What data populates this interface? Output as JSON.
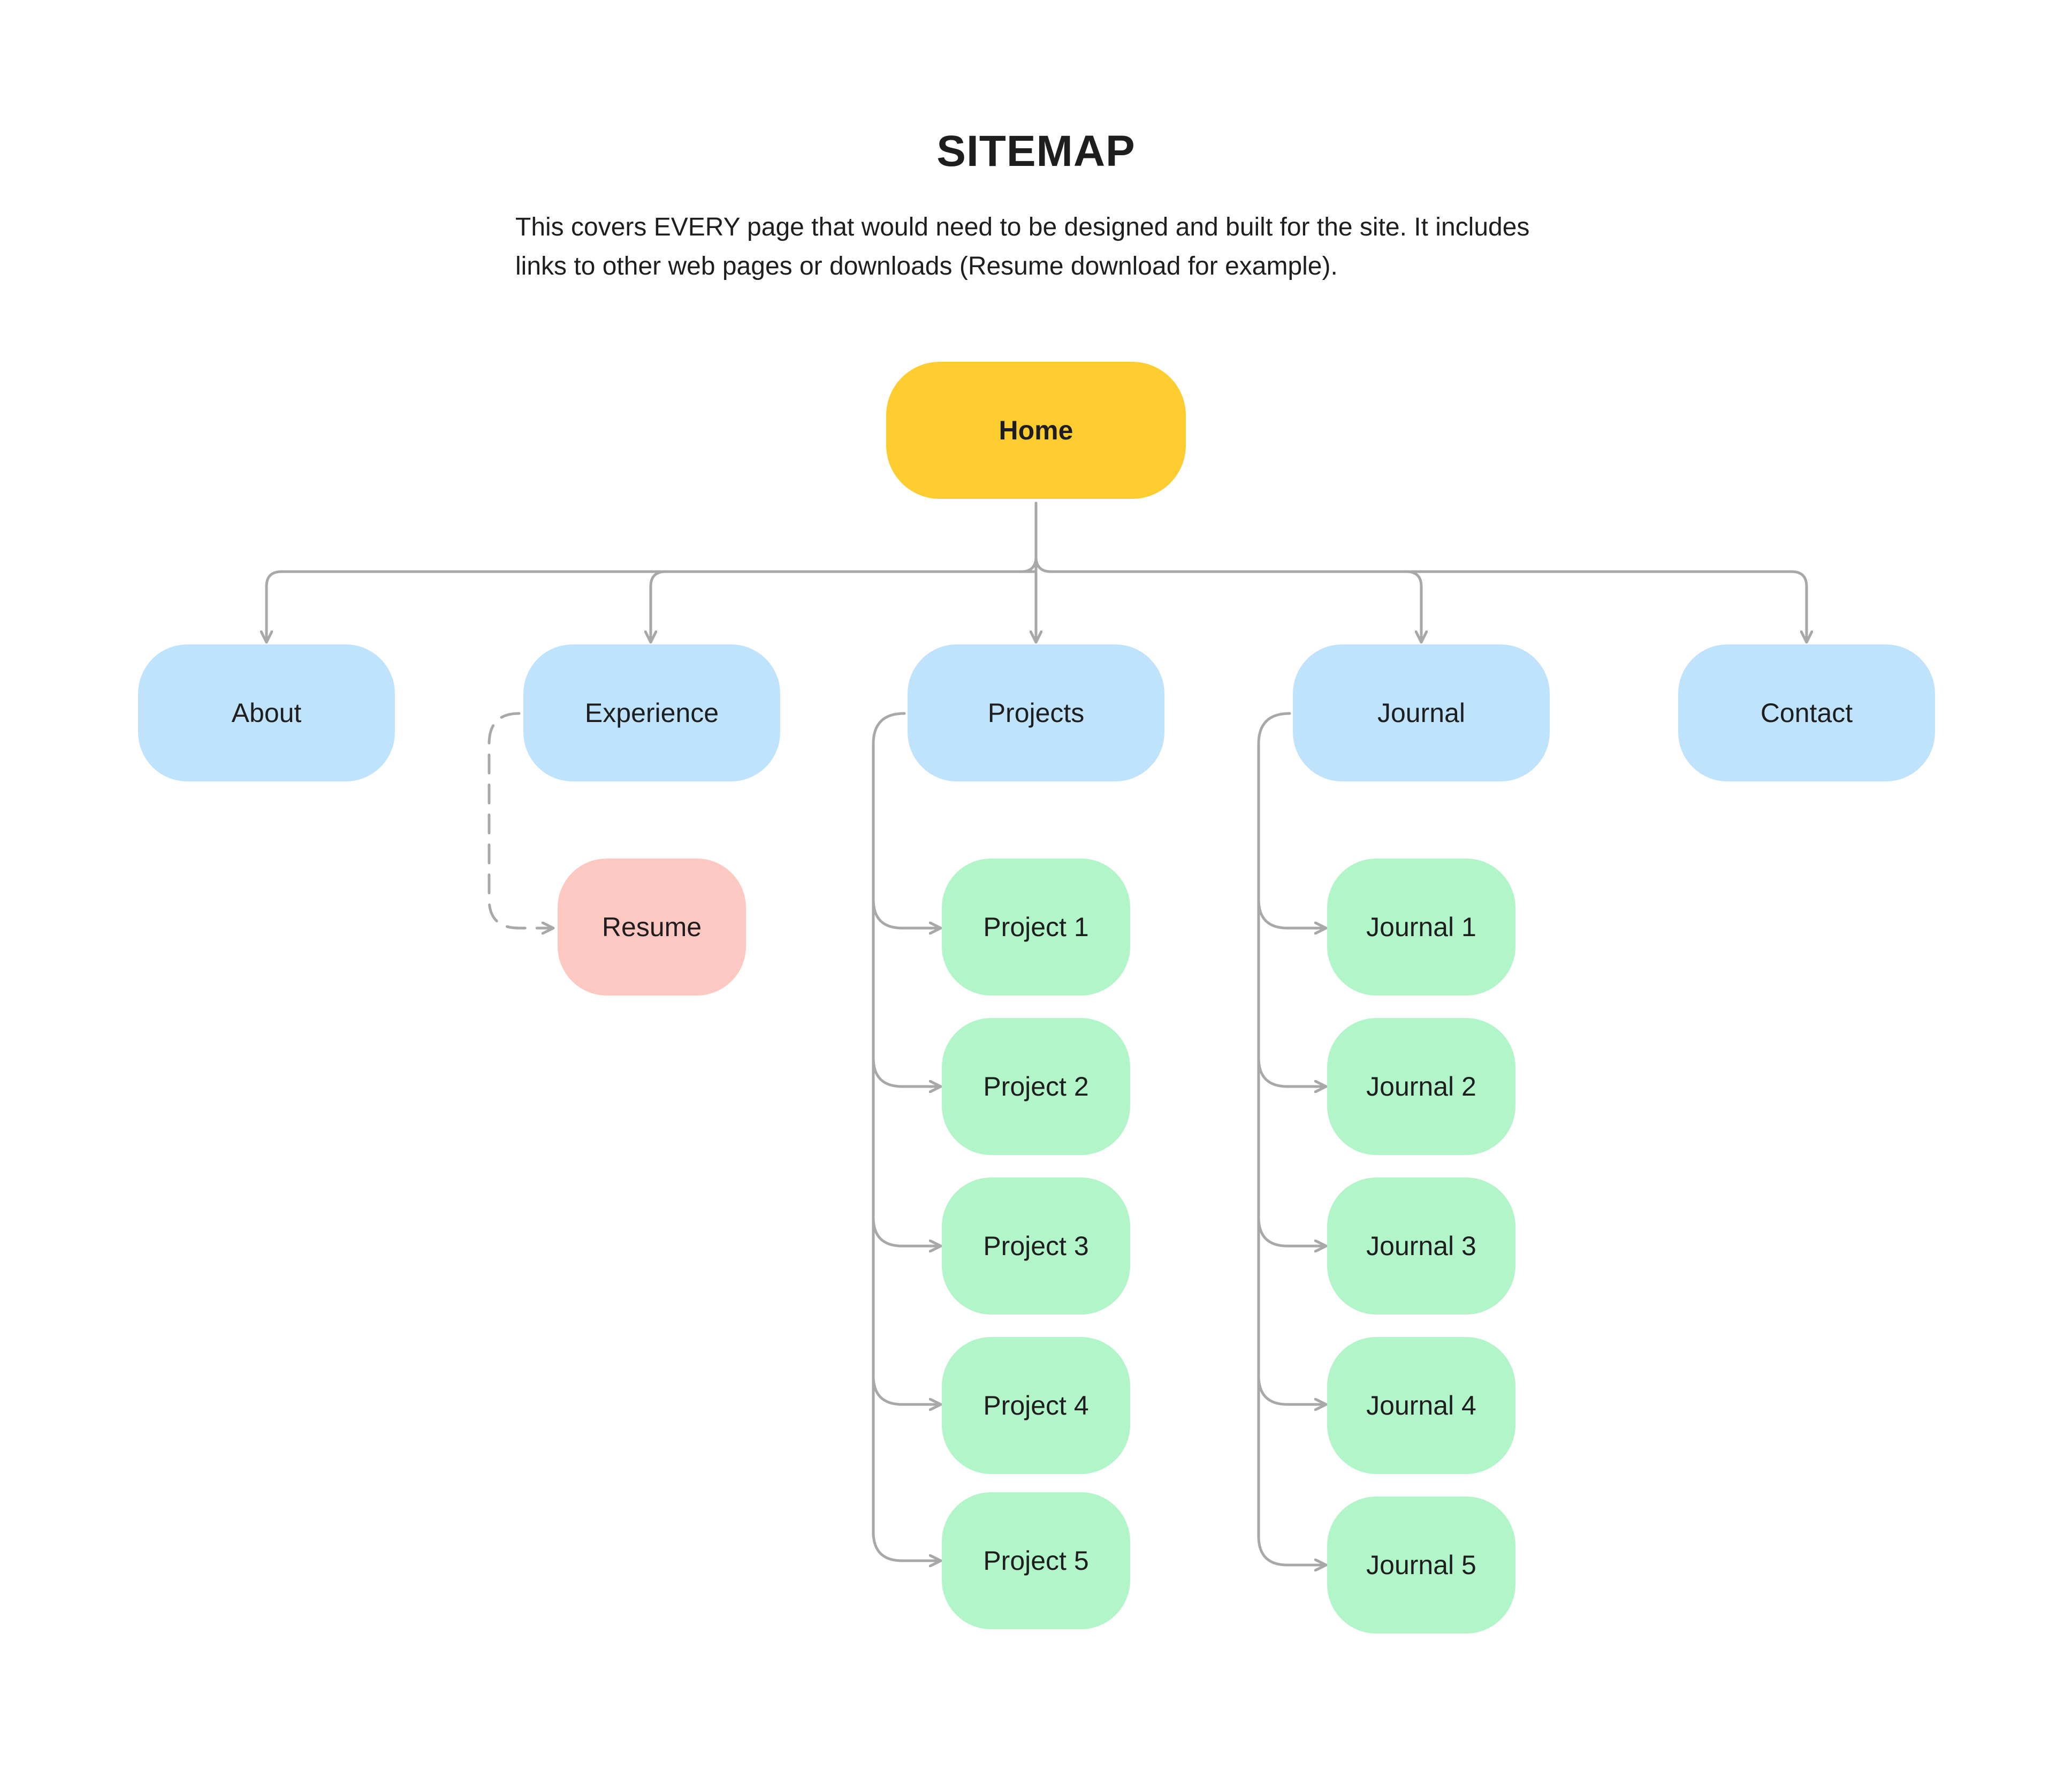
{
  "title": "SITEMAP",
  "description": {
    "line1": "This covers EVERY page that would need to be designed and built for the site. It includes",
    "line2": "links to other web pages or downloads (Resume download for example)."
  },
  "colors": {
    "home": "#fdcc2e",
    "section": "#bfe3fd",
    "download": "#fdc7c2",
    "child_page": "#b1f5c9",
    "connector": "#a8a8a8"
  },
  "nodes": {
    "home": "Home",
    "about": "About",
    "experience": "Experience",
    "projects": "Projects",
    "journal": "Journal",
    "contact": "Contact",
    "resume": "Resume",
    "project_pages": [
      "Project 1",
      "Project 2",
      "Project 3",
      "Project 4",
      "Project 5"
    ],
    "journal_pages": [
      "Journal 1",
      "Journal 2",
      "Journal 3",
      "Journal 4",
      "Journal 5"
    ]
  },
  "links": [
    {
      "from": "Home",
      "to": "About",
      "style": "solid"
    },
    {
      "from": "Home",
      "to": "Experience",
      "style": "solid"
    },
    {
      "from": "Home",
      "to": "Projects",
      "style": "solid"
    },
    {
      "from": "Home",
      "to": "Journal",
      "style": "solid"
    },
    {
      "from": "Home",
      "to": "Contact",
      "style": "solid"
    },
    {
      "from": "Experience",
      "to": "Resume",
      "style": "dashed"
    },
    {
      "from": "Projects",
      "to": "Project 1",
      "style": "solid"
    },
    {
      "from": "Projects",
      "to": "Project 2",
      "style": "solid"
    },
    {
      "from": "Projects",
      "to": "Project 3",
      "style": "solid"
    },
    {
      "from": "Projects",
      "to": "Project 4",
      "style": "solid"
    },
    {
      "from": "Projects",
      "to": "Project 5",
      "style": "solid"
    },
    {
      "from": "Journal",
      "to": "Journal 1",
      "style": "solid"
    },
    {
      "from": "Journal",
      "to": "Journal 2",
      "style": "solid"
    },
    {
      "from": "Journal",
      "to": "Journal 3",
      "style": "solid"
    },
    {
      "from": "Journal",
      "to": "Journal 4",
      "style": "solid"
    },
    {
      "from": "Journal",
      "to": "Journal 5",
      "style": "solid"
    }
  ]
}
